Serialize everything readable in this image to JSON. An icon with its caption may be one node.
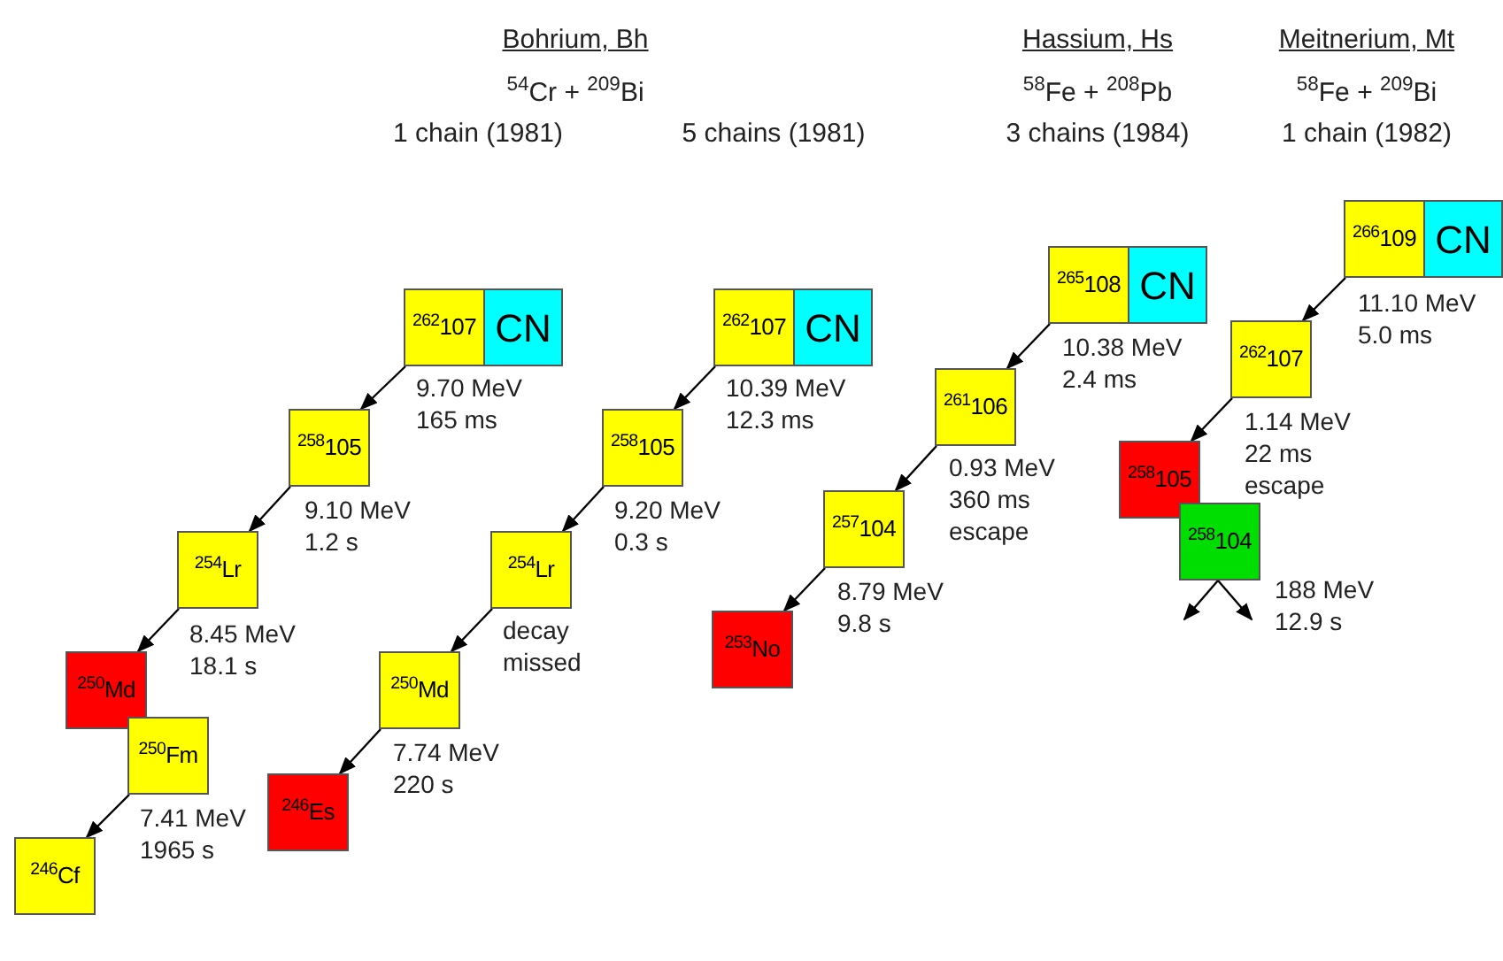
{
  "diagram": {
    "nodes": [
      {
        "text": [
          "$^{262}$107",
          "CN"
        ]
      },
      {
        "text": [
          "$^{258}$105"
        ]
      },
      {
        "text": [
          "$^{254}$Lr"
        ]
      },
      {
        "text": [
          "$^{250}$Md"
        ]
      },
      {
        "text": [
          "$^{250}$Fm"
        ]
      },
      {
        "text": [
          "$^{246}$Cf"
        ]
      },
      {
        "text": [
          "$^{262}$107",
          "CN"
        ]
      },
      {
        "text": [
          "$^{258}$105"
        ]
      },
      {
        "text": [
          "$^{254}$Lr"
        ]
      },
      {
        "text": [
          "$^{250}$Md"
        ]
      },
      {
        "text": [
          "$^{246}$Es"
        ]
      },
      {
        "text": [
          "$^{265}$108",
          "CN"
        ]
      },
      {
        "text": [
          "$^{261}$106"
        ]
      },
      {
        "text": [
          "$^{257}$104"
        ]
      },
      {
        "text": [
          "$^{253}$No"
        ]
      },
      {
        "text": [
          "$^{266}$109",
          "CN"
        ]
      },
      {
        "text": [
          "$^{262}$107"
        ]
      },
      {
        "text": [
          "$^{258}$105"
        ]
      },
      {
        "text": [
          "$^{258}$104"
        ],
        "beside": [
          "188 MeV 12.9 s"
        ]
      }
    ],
    "edges": [
      {
        "from": 0,
        "to": 1,
        "arrow": "to",
        "label": "9.70 MeV 165 ms"
      },
      {
        "from": 1,
        "to": 2,
        "arrow": "to",
        "label": "9.10 MeV 1.2 s"
      },
      {
        "from": 2,
        "to": 3,
        "arrow": "to",
        "label": "8.45 MeV 18.1 s"
      },
      {
        "from": 4,
        "to": 5,
        "arrow": "to",
        "label": "7.41 MeV 1965 s"
      },
      {
        "from": 6,
        "to": 7,
        "arrow": "to",
        "label": "10.39 MeV 12.3 ms"
      },
      {
        "from": 7,
        "to": 8,
        "arrow": "to",
        "label": "9.20 MeV 0.3 s"
      },
      {
        "from": 8,
        "to": 9,
        "arrow": "to",
        "label": "decay missed"
      },
      {
        "from": 9,
        "to": 10,
        "arrow": "to",
        "label": "7.74 MeV 220 s"
      },
      {
        "from": 11,
        "to": 12,
        "arrow": "to",
        "label": "10.38 MeV 2.4 ms"
      },
      {
        "from": 12,
        "to": 13,
        "arrow": "to",
        "label": "0.93 MeV 360 ms escape"
      },
      {
        "from": 13,
        "to": 14,
        "arrow": "to",
        "label": "8.79 MeV 9.8 s"
      },
      {
        "from": 15,
        "to": 16,
        "arrow": "to",
        "label": "11.10 MeV 5.0 ms"
      },
      {
        "from": 16,
        "to": 17,
        "arrow": "to",
        "label": "1.14 MeV 22 ms escape"
      },
      {
        "from": 18,
        "to": null,
        "arrow": "to"
      },
      {
        "from": 18,
        "to": null,
        "arrow": "to"
      }
    ],
    "labels": [
      "Bohrium, Bh",
      "Hassium, Hs",
      "Meitnerium, Mt",
      "$^{54}$Cr + $^{209}$Bi",
      "$^{58}$Fe + $^{208}$Pb",
      "$^{58}$Fe + $^{209}$Bi",
      "1 chain (1981)",
      "5 chains (1981)",
      "3 chains (1984)",
      "1 chain (1982)"
    ]
  }
}
